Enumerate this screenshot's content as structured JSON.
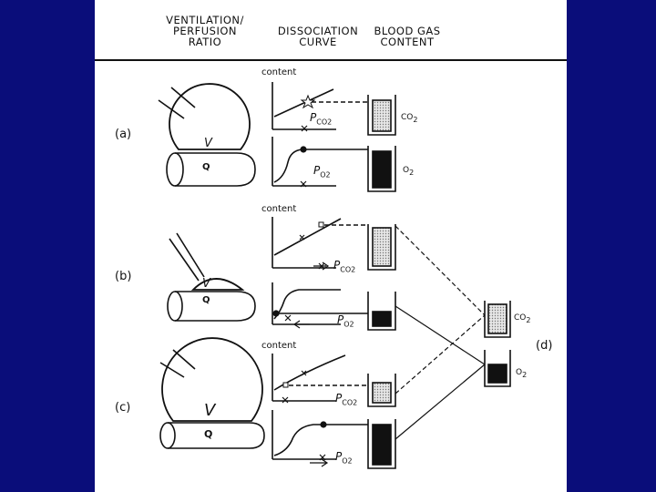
{
  "headers": {
    "ratio": [
      "VENTILATION/",
      "PERFUSION",
      "RATIO"
    ],
    "curve": [
      "DISSOCIATION",
      "CURVE"
    ],
    "content": [
      "BLOOD GAS",
      "CONTENT"
    ]
  },
  "rows": [
    {
      "label": "(a)",
      "content_label": "content",
      "V": "V",
      "Q": "Q"
    },
    {
      "label": "(b)",
      "content_label": "content",
      "V": "V",
      "Q": "Q"
    },
    {
      "label": "(c)",
      "content_label": "content",
      "V": "V",
      "Q": "Q"
    }
  ],
  "gas_axis": {
    "p": "P",
    "co2_sub": "CO",
    "o2_sub": "O",
    "two": "2"
  },
  "container_labels": {
    "co2": "CO",
    "o2": "O",
    "two": "2"
  },
  "mixed_label": "(d)",
  "colors": {
    "background": "#0a0d7a",
    "panel": "#ffffff",
    "ink": "#111111",
    "stipple": "#bdbdbd"
  }
}
